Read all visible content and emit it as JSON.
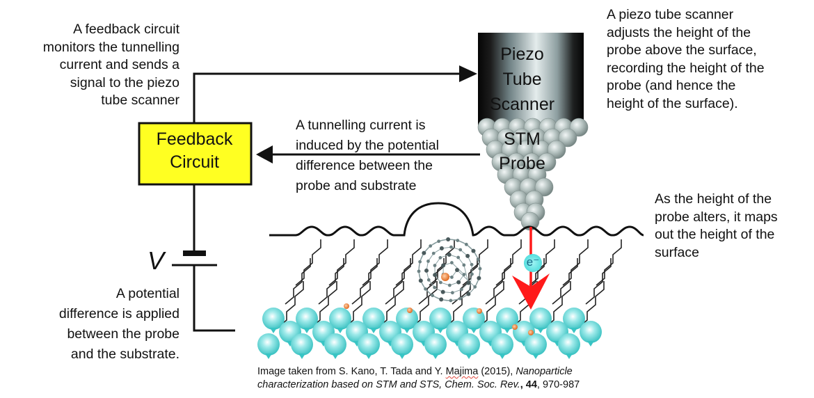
{
  "annotations": {
    "feedback_monitor": [
      "A feedback circuit",
      "monitors the tunnelling",
      "current and sends a",
      "signal to the piezo",
      "tube scanner"
    ],
    "piezo_adjusts": [
      "A piezo tube scanner",
      "adjusts the height of the",
      "probe above the surface,",
      "recording the height of the",
      "probe (and hence the",
      "height of the surface)."
    ],
    "tunnelling_current": [
      "A tunnelling current is",
      "induced by the potential",
      "difference between the",
      "probe and substrate"
    ],
    "height_maps": [
      "As the height of the",
      "probe alters, it maps",
      "out the height of the",
      "surface"
    ],
    "potential_difference": [
      "A potential",
      "difference is applied",
      "between the probe",
      "and the substrate."
    ]
  },
  "components": {
    "feedback_circuit": [
      "Feedback",
      "Circuit"
    ],
    "piezo_tube_scanner": [
      "Piezo",
      "Tube",
      "Scanner"
    ],
    "stm_probe": [
      "STM",
      "Probe"
    ],
    "voltage_symbol": "V",
    "electron_label": "e⁻"
  },
  "caption": {
    "prefix": "Image taken from S. Kano, T. Tada and Y. ",
    "author_flagged": "Majima",
    "year_part": " (2015), ",
    "title_line1": "Nanoparticle",
    "title_line2": "characterization based on STM and STS, Chem. Soc. Rev.",
    "comma1": ", ",
    "volume": "44",
    "pages": ", 970-987"
  },
  "colors": {
    "feedback_box_fill": "#ffff22",
    "wire": "#111111",
    "electron_arrow": "#ff1a1a",
    "substrate_atom": "#3ec9c9",
    "probe_atom": "#a9b7b5",
    "dopant_atom": "#e8762a"
  }
}
